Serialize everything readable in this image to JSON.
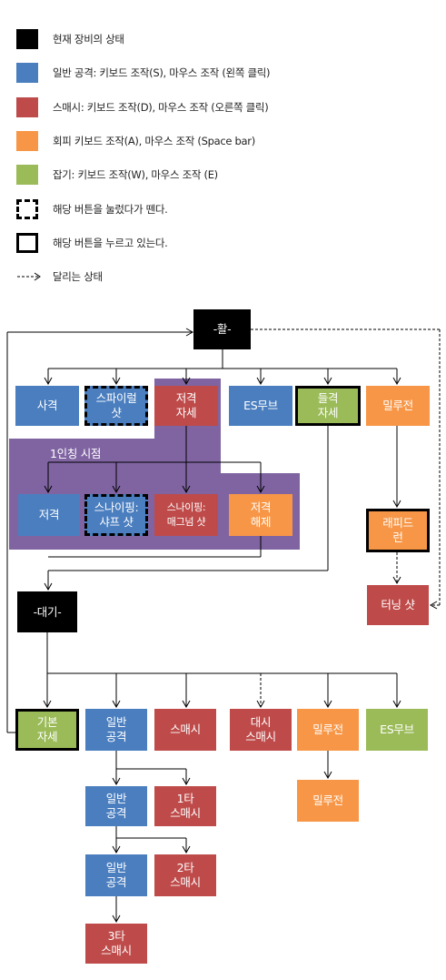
{
  "legend": [
    {
      "id": "current",
      "style": "black",
      "text": "현재 장비의 상태"
    },
    {
      "id": "normal",
      "style": "blue",
      "text": "일반 공격: 키보드 조작(S), 마우스 조작 (왼쪽 클릭)"
    },
    {
      "id": "smash",
      "style": "red",
      "text": "스매시: 키보드 조작(D), 마우스 조작 (오른쪽 클릭)"
    },
    {
      "id": "dodge",
      "style": "orange",
      "text": "회피 키보드 조작(A), 마우스 조작 (Space bar)"
    },
    {
      "id": "grab",
      "style": "green",
      "text": "잡기: 키보드 조작(W), 마우스 조작 (E)"
    },
    {
      "id": "press-release",
      "style": "dashed",
      "text": "해당 버튼을 눌렀다가 뗀다."
    },
    {
      "id": "holding",
      "style": "held",
      "text": "해당 버튼을 누르고 있는다."
    },
    {
      "id": "running",
      "style": "arrow",
      "text": "달리는 상태"
    }
  ],
  "bow": {
    "title": "-활-",
    "section_label": "1인칭 시점",
    "nodes": {
      "shoot": "사격",
      "spiral": "스파이럴\n샷",
      "aim": "저격\n자세",
      "esmove": "ES무브",
      "lift": "들격\n자세",
      "rush": "밀루전",
      "snipe": "저격",
      "sharp": "스나이핑:\n샤프 샷",
      "magnum": "스나이핑:\n매그넘 샷",
      "release": "저격\n해제",
      "rapid": "래피드\n런",
      "turning": "터닝 샷"
    }
  },
  "idle": {
    "title": "-대기-",
    "nodes": {
      "base": "기본\n자세",
      "normal1": "일반\n공격",
      "smash": "스매시",
      "dash_smash": "대시\n스매시",
      "rush": "밀루전",
      "esmove": "ES무브",
      "rush2": "밀루전",
      "normal2": "일반\n공격",
      "smash1": "1타\n스매시",
      "normal3": "일반\n공격",
      "smash2": "2타\n스매시",
      "smash3": "3타\n스매시"
    }
  }
}
